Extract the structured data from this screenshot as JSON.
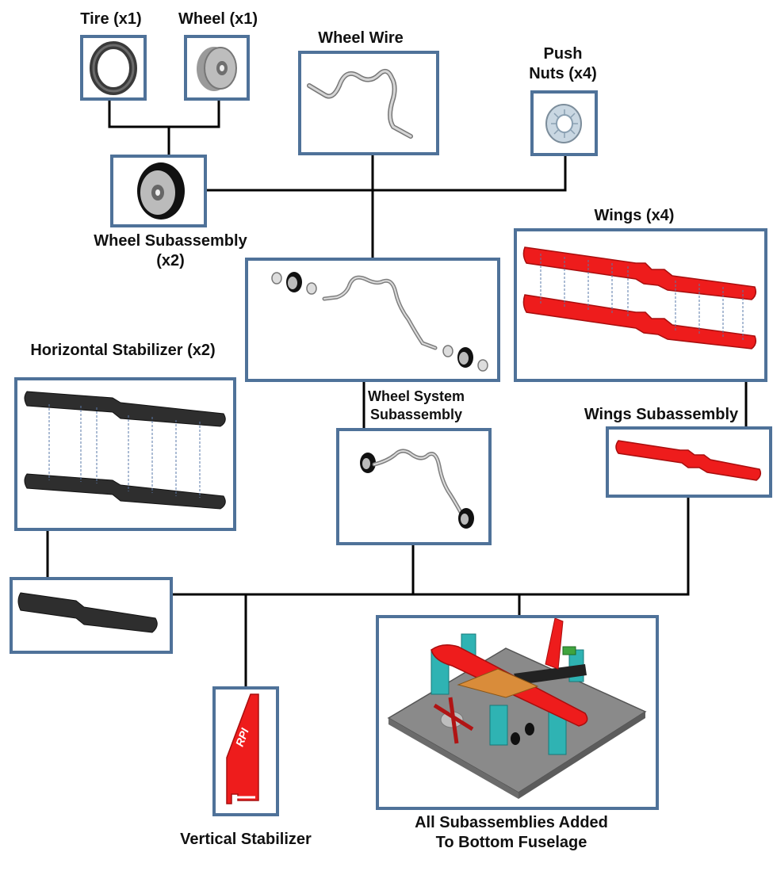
{
  "labels": {
    "tire": "Tire (x1)",
    "wheel": "Wheel (x1)",
    "wheel_wire": "Wheel Wire",
    "push_nuts": "Push\nNuts (x4)",
    "wheel_subassembly": "Wheel Subassembly\n(x2)",
    "wings": "Wings (x4)",
    "horizontal_stabilizer": "Horizontal Stabilizer (x2)",
    "wheel_system_subassembly": "Wheel System\nSubassembly",
    "wings_subassembly": "Wings Subassembly",
    "vertical_stabilizer": "Vertical Stabilizer",
    "final_assembly": "All Subassemblies Added\nTo Bottom Fuselage"
  },
  "stabilizer_logo_text": "RPI",
  "colors": {
    "box_border": "#4f7299",
    "connector": "#000000",
    "wing_red": "#ee1c1c",
    "stabilizer_dark": "#2e2e2e",
    "fixture_teal": "#2fb3b3",
    "base_plate": "#8a8a8a"
  },
  "icons": {
    "tire": "tire-image",
    "wheel": "wheel-hub-image",
    "wheel_wire": "bent-wire-image",
    "push_nut": "push-nut-image",
    "wheel_subassembly": "wheel-subassembly-image",
    "wheel_system_exploded": "wheel-system-exploded-image",
    "wings_exploded": "wings-exploded-image",
    "stabilizer_exploded": "stabilizer-exploded-image",
    "wheel_system": "wheel-system-image",
    "wings_subassembly": "wings-subassembly-image",
    "stabilizer_subassembly": "stabilizer-subassembly-image",
    "vertical_stabilizer": "vertical-stabilizer-image",
    "final_assembly": "final-assembly-image"
  }
}
